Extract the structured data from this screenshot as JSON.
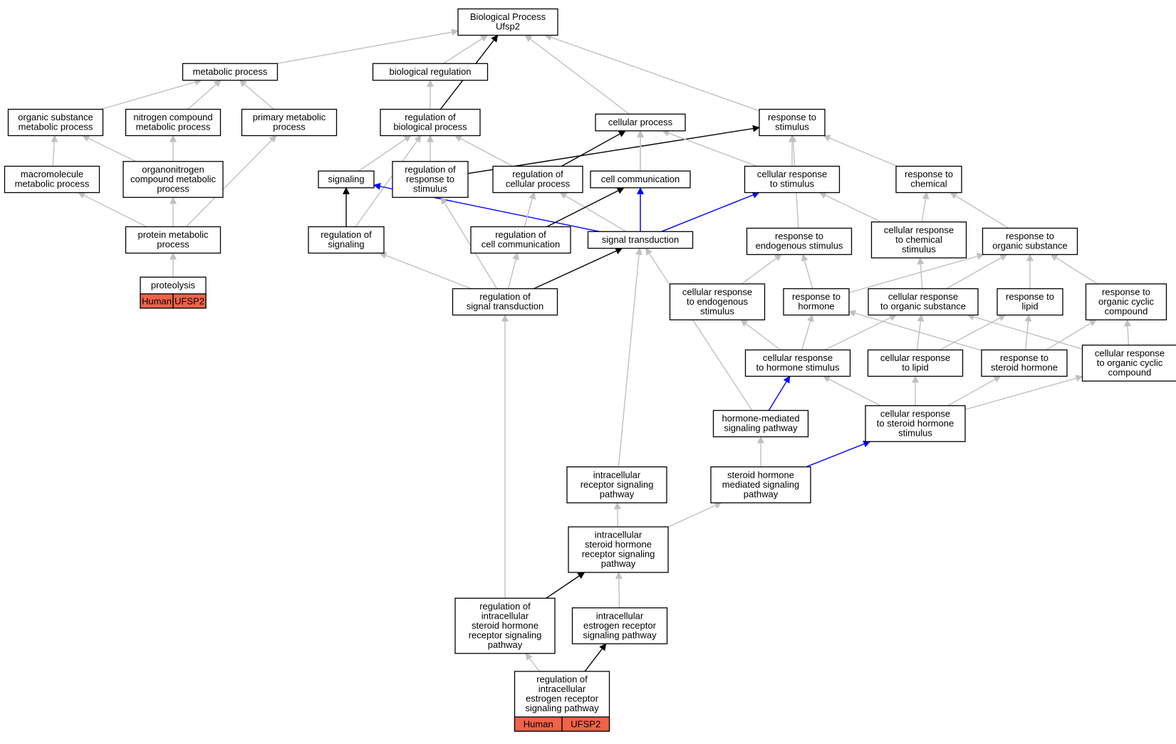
{
  "colors": {
    "gray": "#c0c0c0",
    "black": "#000000",
    "blue": "#0000ff",
    "annotation": "#f0624a"
  },
  "nodes": [
    {
      "id": "bp",
      "lines": [
        "Biological Process",
        "Ufsp2"
      ]
    },
    {
      "id": "metabolic",
      "lines": [
        "metabolic process"
      ]
    },
    {
      "id": "bioreg",
      "lines": [
        "biological regulation"
      ]
    },
    {
      "id": "orgsub",
      "lines": [
        "organic substance",
        "metabolic process"
      ]
    },
    {
      "id": "nitrogen",
      "lines": [
        "nitrogen compound",
        "metabolic process"
      ]
    },
    {
      "id": "primary",
      "lines": [
        "primary metabolic",
        "process"
      ]
    },
    {
      "id": "regbio",
      "lines": [
        "regulation of",
        "biological process"
      ]
    },
    {
      "id": "cellproc",
      "lines": [
        "cellular process"
      ]
    },
    {
      "id": "respstim",
      "lines": [
        "response to",
        "stimulus"
      ]
    },
    {
      "id": "macro",
      "lines": [
        "macromolecule",
        "metabolic process"
      ]
    },
    {
      "id": "organonitro",
      "lines": [
        "organonitrogen",
        "compound metabolic",
        "process"
      ]
    },
    {
      "id": "signaling",
      "lines": [
        "signaling"
      ]
    },
    {
      "id": "regresp",
      "lines": [
        "regulation of",
        "response to",
        "stimulus"
      ]
    },
    {
      "id": "regcell",
      "lines": [
        "regulation of",
        "cellular process"
      ]
    },
    {
      "id": "cellcomm",
      "lines": [
        "cell communication"
      ]
    },
    {
      "id": "cellrespstim",
      "lines": [
        "cellular response",
        "to stimulus"
      ]
    },
    {
      "id": "respchem",
      "lines": [
        "response to",
        "chemical"
      ]
    },
    {
      "id": "protmet",
      "lines": [
        "protein metabolic",
        "process"
      ]
    },
    {
      "id": "regsig",
      "lines": [
        "regulation of",
        "signaling"
      ]
    },
    {
      "id": "regcellcomm",
      "lines": [
        "regulation of",
        "cell communication"
      ]
    },
    {
      "id": "sigtrans",
      "lines": [
        "signal transduction"
      ]
    },
    {
      "id": "respendo",
      "lines": [
        "response to",
        "endogenous stimulus"
      ]
    },
    {
      "id": "cellrespchem",
      "lines": [
        "cellular response",
        "to chemical",
        "stimulus"
      ]
    },
    {
      "id": "resporg",
      "lines": [
        "response to",
        "organic substance"
      ]
    },
    {
      "id": "proteolysis",
      "lines": [
        "proteolysis"
      ],
      "annotation": [
        "Human",
        "UFSP2"
      ]
    },
    {
      "id": "regsigtrans",
      "lines": [
        "regulation of",
        "signal transduction"
      ]
    },
    {
      "id": "cellrespendo",
      "lines": [
        "cellular response",
        "to endogenous",
        "stimulus"
      ]
    },
    {
      "id": "resphorm",
      "lines": [
        "response to",
        "hormone"
      ]
    },
    {
      "id": "cellresporg",
      "lines": [
        "cellular response",
        "to organic substance"
      ]
    },
    {
      "id": "resplipid",
      "lines": [
        "response to",
        "lipid"
      ]
    },
    {
      "id": "resporgcyc",
      "lines": [
        "response to",
        "organic cyclic",
        "compound"
      ]
    },
    {
      "id": "cellresphorm",
      "lines": [
        "cellular response",
        "to hormone stimulus"
      ]
    },
    {
      "id": "cellresplipid",
      "lines": [
        "cellular response",
        "to lipid"
      ]
    },
    {
      "id": "respsteroid",
      "lines": [
        "response to",
        "steroid hormone"
      ]
    },
    {
      "id": "cellresporgcyc",
      "lines": [
        "cellular response",
        "to organic cyclic",
        "compound"
      ]
    },
    {
      "id": "hormsig",
      "lines": [
        "hormone-mediated",
        "signaling pathway"
      ]
    },
    {
      "id": "cellrespsteroid",
      "lines": [
        "cellular response",
        "to steroid hormone",
        "stimulus"
      ]
    },
    {
      "id": "intrarec",
      "lines": [
        "intracellular",
        "receptor signaling",
        "pathway"
      ]
    },
    {
      "id": "steroidsig",
      "lines": [
        "steroid hormone",
        "mediated signaling",
        "pathway"
      ]
    },
    {
      "id": "intrasteroid",
      "lines": [
        "intracellular",
        "steroid hormone",
        "receptor signaling",
        "pathway"
      ]
    },
    {
      "id": "regintrasteroid",
      "lines": [
        "regulation of",
        "intracellular",
        "steroid hormone",
        "receptor signaling",
        "pathway"
      ]
    },
    {
      "id": "intraestro",
      "lines": [
        "intracellular",
        "estrogen receptor",
        "signaling pathway"
      ]
    },
    {
      "id": "regintraestro",
      "lines": [
        "regulation of",
        "intracellular",
        "estrogen receptor",
        "signaling pathway"
      ],
      "annotation": [
        "Human",
        "UFSP2"
      ]
    }
  ],
  "edges": [
    {
      "from": "metabolic",
      "to": "bp",
      "color": "gray"
    },
    {
      "from": "bioreg",
      "to": "bp",
      "color": "gray"
    },
    {
      "from": "regbio",
      "to": "bp",
      "color": "black"
    },
    {
      "from": "cellproc",
      "to": "bp",
      "color": "gray"
    },
    {
      "from": "respstim",
      "to": "bp",
      "color": "gray"
    },
    {
      "from": "orgsub",
      "to": "metabolic",
      "color": "gray"
    },
    {
      "from": "nitrogen",
      "to": "metabolic",
      "color": "gray"
    },
    {
      "from": "primary",
      "to": "metabolic",
      "color": "gray"
    },
    {
      "from": "regbio",
      "to": "bioreg",
      "color": "gray"
    },
    {
      "from": "macro",
      "to": "orgsub",
      "color": "gray"
    },
    {
      "from": "organonitro",
      "to": "orgsub",
      "color": "gray"
    },
    {
      "from": "organonitro",
      "to": "nitrogen",
      "color": "gray"
    },
    {
      "from": "protmet",
      "to": "macro",
      "color": "gray"
    },
    {
      "from": "protmet",
      "to": "organonitro",
      "color": "gray"
    },
    {
      "from": "protmet",
      "to": "primary",
      "color": "gray"
    },
    {
      "from": "proteolysis",
      "to": "protmet",
      "color": "gray"
    },
    {
      "from": "signaling",
      "to": "regbio",
      "color": "gray"
    },
    {
      "from": "regresp",
      "to": "regbio",
      "color": "gray"
    },
    {
      "from": "regcell",
      "to": "regbio",
      "color": "gray"
    },
    {
      "from": "regsig",
      "to": "regbio",
      "color": "gray"
    },
    {
      "from": "regresp",
      "to": "respstim",
      "color": "black"
    },
    {
      "from": "regcell",
      "to": "cellproc",
      "color": "black"
    },
    {
      "from": "cellcomm",
      "to": "cellproc",
      "color": "gray"
    },
    {
      "from": "sigtrans",
      "to": "cellproc",
      "color": "gray"
    },
    {
      "from": "cellrespstim",
      "to": "cellproc",
      "color": "gray"
    },
    {
      "from": "cellrespstim",
      "to": "respstim",
      "color": "gray"
    },
    {
      "from": "respchem",
      "to": "respstim",
      "color": "gray"
    },
    {
      "from": "respendo",
      "to": "respstim",
      "color": "gray"
    },
    {
      "from": "regsig",
      "to": "signaling",
      "color": "black"
    },
    {
      "from": "sigtrans",
      "to": "signaling",
      "color": "blue"
    },
    {
      "from": "sigtrans",
      "to": "cellcomm",
      "color": "blue"
    },
    {
      "from": "sigtrans",
      "to": "cellrespstim",
      "color": "blue"
    },
    {
      "from": "sigtrans",
      "to": "regcell",
      "color": "gray"
    },
    {
      "from": "regcellcomm",
      "to": "regcell",
      "color": "gray"
    },
    {
      "from": "regcellcomm",
      "to": "cellcomm",
      "color": "black"
    },
    {
      "from": "regsigtrans",
      "to": "regsig",
      "color": "gray"
    },
    {
      "from": "regsigtrans",
      "to": "regcellcomm",
      "color": "gray"
    },
    {
      "from": "regsigtrans",
      "to": "sigtrans",
      "color": "black"
    },
    {
      "from": "regsigtrans",
      "to": "regresp",
      "color": "gray"
    },
    {
      "from": "cellrespchem",
      "to": "cellrespstim",
      "color": "gray"
    },
    {
      "from": "cellrespchem",
      "to": "respchem",
      "color": "gray"
    },
    {
      "from": "resporg",
      "to": "respchem",
      "color": "gray"
    },
    {
      "from": "cellrespendo",
      "to": "respendo",
      "color": "gray"
    },
    {
      "from": "resphorm",
      "to": "respendo",
      "color": "gray"
    },
    {
      "from": "cellresporg",
      "to": "cellrespchem",
      "color": "gray"
    },
    {
      "from": "cellresporg",
      "to": "resporg",
      "color": "gray"
    },
    {
      "from": "resphorm",
      "to": "resporg",
      "color": "gray"
    },
    {
      "from": "resplipid",
      "to": "resporg",
      "color": "gray"
    },
    {
      "from": "resporgcyc",
      "to": "resporg",
      "color": "gray"
    },
    {
      "from": "cellresphorm",
      "to": "cellrespendo",
      "color": "gray"
    },
    {
      "from": "cellresphorm",
      "to": "resphorm",
      "color": "gray"
    },
    {
      "from": "cellresphorm",
      "to": "cellresporg",
      "color": "gray"
    },
    {
      "from": "cellresplipid",
      "to": "cellresporg",
      "color": "gray"
    },
    {
      "from": "cellresplipid",
      "to": "resplipid",
      "color": "gray"
    },
    {
      "from": "respsteroid",
      "to": "resphorm",
      "color": "gray"
    },
    {
      "from": "respsteroid",
      "to": "resplipid",
      "color": "gray"
    },
    {
      "from": "respsteroid",
      "to": "resporgcyc",
      "color": "gray"
    },
    {
      "from": "cellresporgcyc",
      "to": "cellresporg",
      "color": "gray"
    },
    {
      "from": "cellresporgcyc",
      "to": "resporgcyc",
      "color": "gray"
    },
    {
      "from": "hormsig",
      "to": "cellresphorm",
      "color": "blue"
    },
    {
      "from": "hormsig",
      "to": "sigtrans",
      "color": "gray"
    },
    {
      "from": "cellrespsteroid",
      "to": "cellresphorm",
      "color": "gray"
    },
    {
      "from": "cellrespsteroid",
      "to": "cellresplipid",
      "color": "gray"
    },
    {
      "from": "cellrespsteroid",
      "to": "respsteroid",
      "color": "gray"
    },
    {
      "from": "cellrespsteroid",
      "to": "cellresporgcyc",
      "color": "gray"
    },
    {
      "from": "steroidsig",
      "to": "hormsig",
      "color": "gray"
    },
    {
      "from": "steroidsig",
      "to": "cellrespsteroid",
      "color": "blue"
    },
    {
      "from": "intrarec",
      "to": "sigtrans",
      "color": "gray"
    },
    {
      "from": "intrasteroid",
      "to": "intrarec",
      "color": "gray"
    },
    {
      "from": "intrasteroid",
      "to": "steroidsig",
      "color": "gray"
    },
    {
      "from": "regintrasteroid",
      "to": "intrasteroid",
      "color": "black"
    },
    {
      "from": "regintrasteroid",
      "to": "regsigtrans",
      "color": "gray"
    },
    {
      "from": "intraestro",
      "to": "intrasteroid",
      "color": "gray"
    },
    {
      "from": "regintraestro",
      "to": "regintrasteroid",
      "color": "gray"
    },
    {
      "from": "regintraestro",
      "to": "intraestro",
      "color": "black"
    }
  ]
}
